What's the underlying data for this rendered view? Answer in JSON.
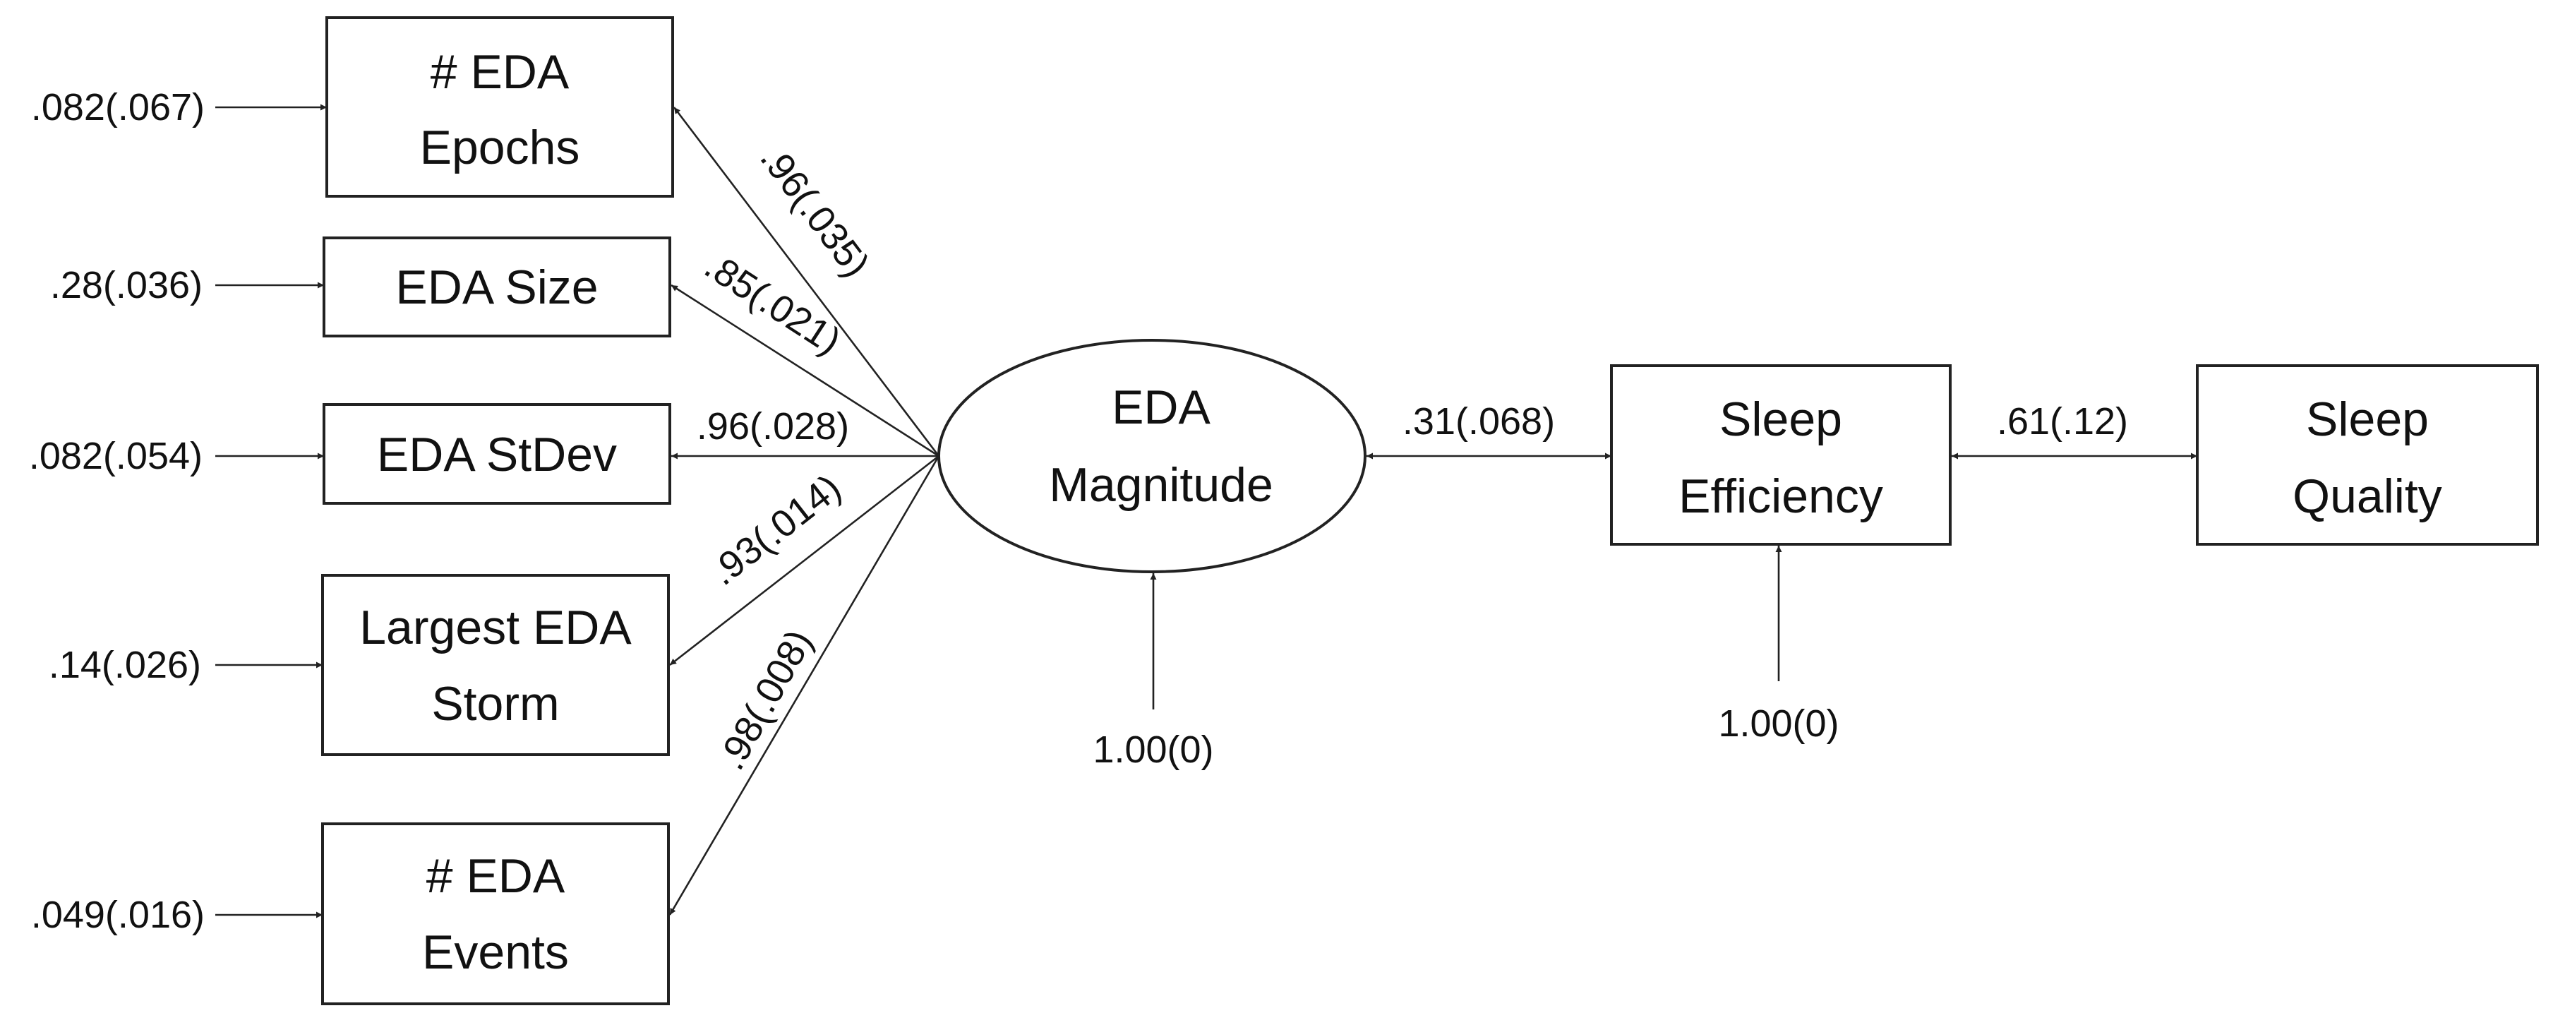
{
  "indicators": {
    "epochs": {
      "line1": "# EDA",
      "line2": "Epochs",
      "error": ".082(.067)",
      "loading": ".96(.035)"
    },
    "size": {
      "line1": "EDA Size",
      "error": ".28(.036)",
      "loading": ".85(.021)"
    },
    "stdev": {
      "line1": "EDA StDev",
      "error": ".082(.054)",
      "loading": ".96(.028)"
    },
    "storm": {
      "line1": "Largest EDA",
      "line2": "Storm",
      "error": ".14(.026)",
      "loading": ".93(.014)"
    },
    "events": {
      "line1": "# EDA",
      "line2": "Events",
      "error": ".049(.016)",
      "loading": ".98(.008)"
    }
  },
  "latent": {
    "line1": "EDA",
    "line2": "Magnitude",
    "variance": "1.00(0)"
  },
  "sleep_efficiency": {
    "line1": "Sleep",
    "line2": "Efficiency",
    "variance": "1.00(0)"
  },
  "sleep_quality": {
    "line1": "Sleep",
    "line2": "Quality"
  },
  "paths": {
    "magnitude_efficiency": ".31(.068)",
    "efficiency_quality": ".61(.12)"
  }
}
